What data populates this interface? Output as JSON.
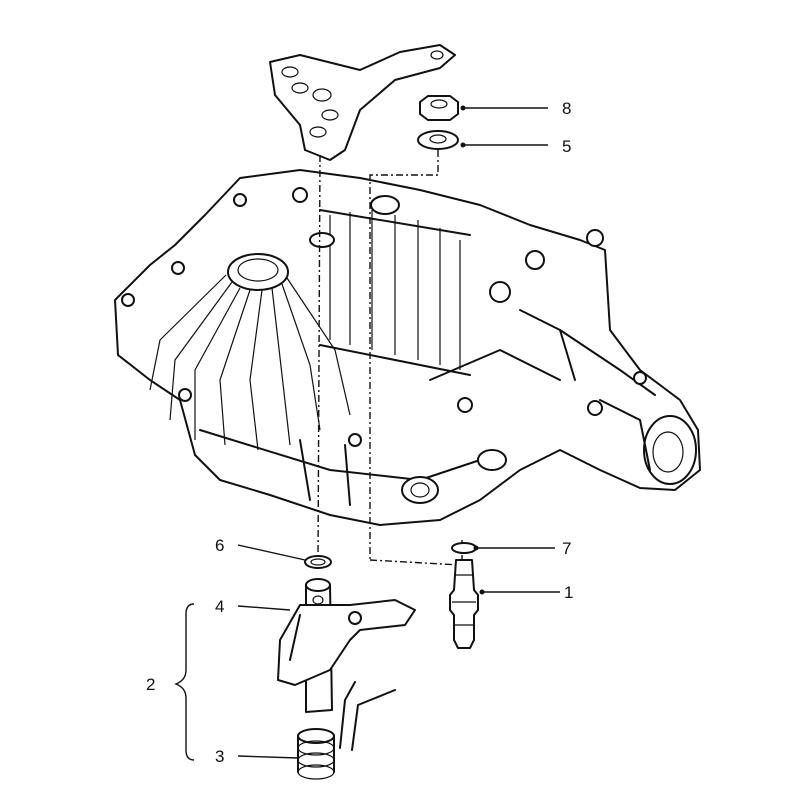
{
  "callouts": [
    {
      "id": "8",
      "label": "8"
    },
    {
      "id": "5",
      "label": "5"
    },
    {
      "id": "6",
      "label": "6"
    },
    {
      "id": "7",
      "label": "7"
    },
    {
      "id": "4",
      "label": "4"
    },
    {
      "id": "1",
      "label": "1"
    },
    {
      "id": "2",
      "label": "2"
    },
    {
      "id": "3",
      "label": "3"
    }
  ]
}
